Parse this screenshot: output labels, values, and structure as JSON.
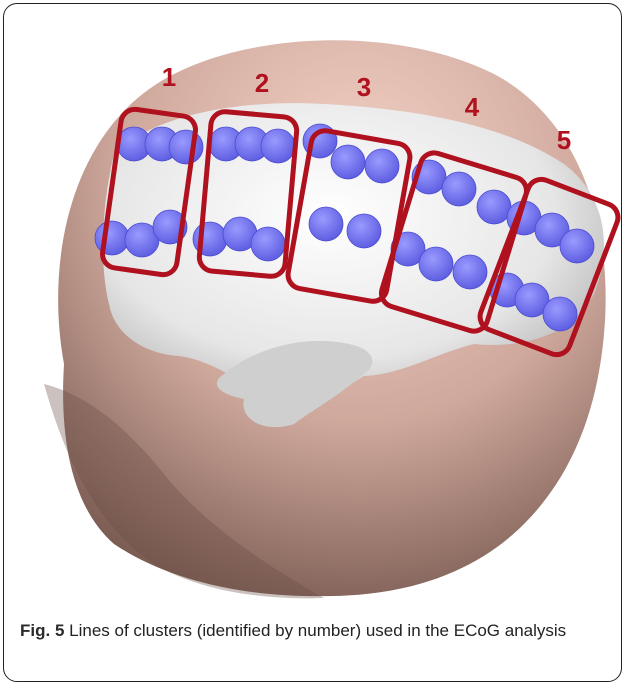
{
  "figure": {
    "cluster_labels": [
      "1",
      "2",
      "3",
      "4",
      "5"
    ],
    "colors": {
      "box": "#b0111e",
      "electrode": "#7373f2",
      "scalp": "#c9a59c",
      "brain": "#ebebeb"
    }
  },
  "caption": {
    "label": "Fig. 5",
    "text": "Lines of clusters (identified by number) used in the ECoG analysis"
  }
}
